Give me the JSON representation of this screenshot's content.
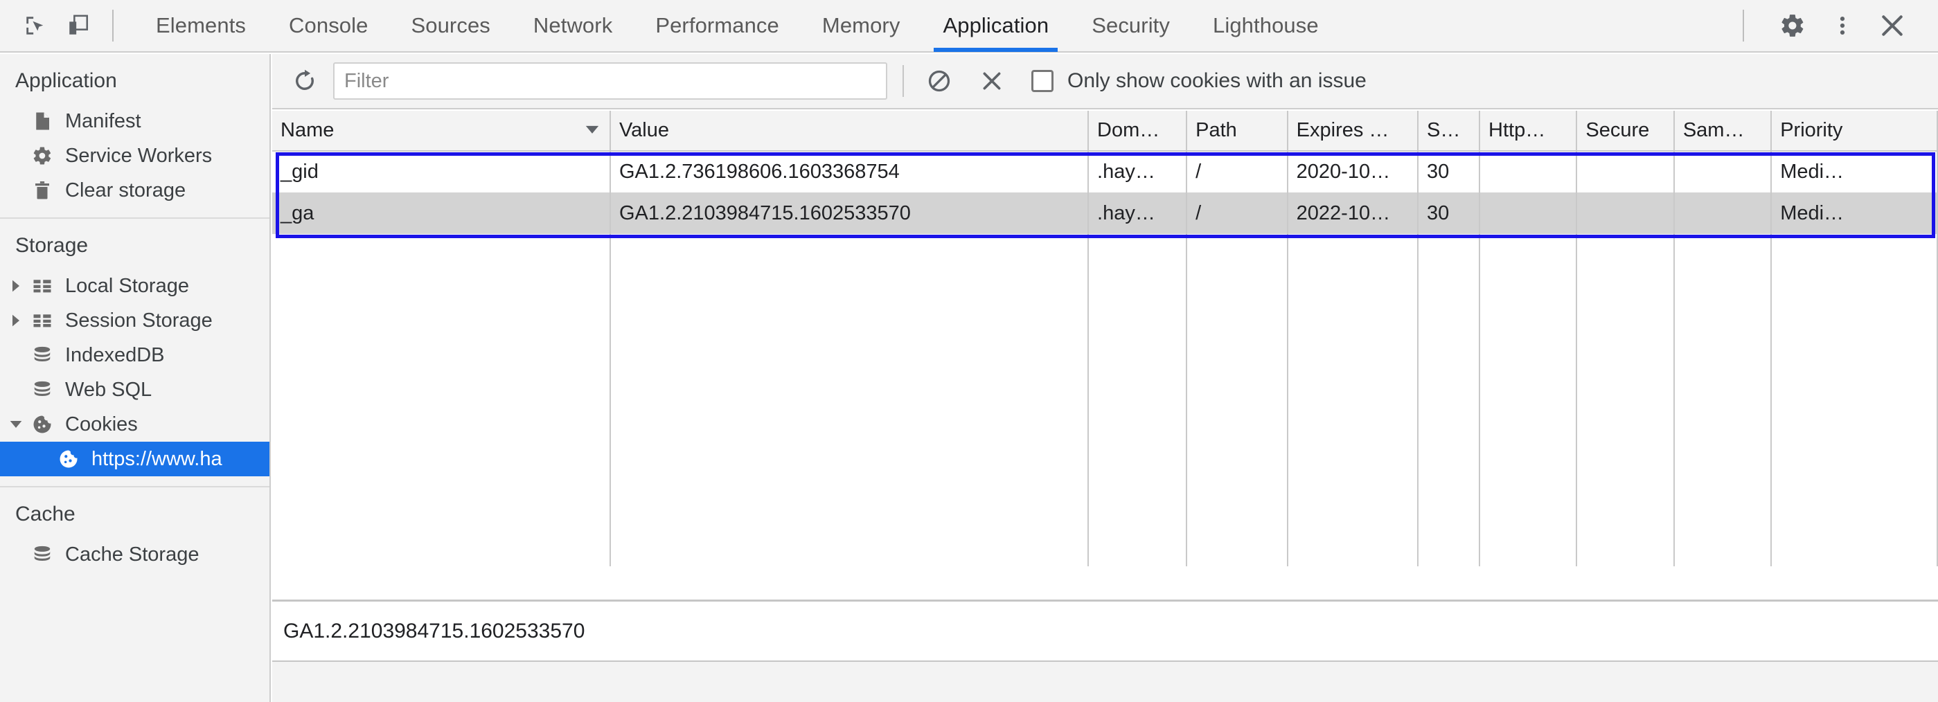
{
  "toolbar": {
    "inspect_icon": "inspect-element-icon",
    "device_icon": "device-toolbar-icon",
    "tabs": [
      {
        "label": "Elements",
        "active": false
      },
      {
        "label": "Console",
        "active": false
      },
      {
        "label": "Sources",
        "active": false
      },
      {
        "label": "Network",
        "active": false
      },
      {
        "label": "Performance",
        "active": false
      },
      {
        "label": "Memory",
        "active": false
      },
      {
        "label": "Application",
        "active": true
      },
      {
        "label": "Security",
        "active": false
      },
      {
        "label": "Lighthouse",
        "active": false
      }
    ],
    "settings_icon": "gear-icon",
    "more_icon": "three-dot-menu-icon",
    "close_icon": "close-icon"
  },
  "sidebar": {
    "sections": [
      {
        "title": "Application",
        "items": [
          {
            "label": "Manifest",
            "icon": "document-icon",
            "arrow": "none",
            "selected": false
          },
          {
            "label": "Service Workers",
            "icon": "gear-icon",
            "arrow": "none",
            "selected": false
          },
          {
            "label": "Clear storage",
            "icon": "trash-icon",
            "arrow": "none",
            "selected": false
          }
        ]
      },
      {
        "title": "Storage",
        "items": [
          {
            "label": "Local Storage",
            "icon": "table-grid-icon",
            "arrow": "collapsed",
            "selected": false
          },
          {
            "label": "Session Storage",
            "icon": "table-grid-icon",
            "arrow": "collapsed",
            "selected": false
          },
          {
            "label": "IndexedDB",
            "icon": "database-icon",
            "arrow": "none",
            "selected": false
          },
          {
            "label": "Web SQL",
            "icon": "database-icon",
            "arrow": "none",
            "selected": false
          },
          {
            "label": "Cookies",
            "icon": "cookie-icon",
            "arrow": "expanded",
            "selected": false
          },
          {
            "label": "https://www.ha",
            "icon": "cookie-icon",
            "arrow": "none",
            "selected": true,
            "indent": true
          }
        ]
      },
      {
        "title": "Cache",
        "items": [
          {
            "label": "Cache Storage",
            "icon": "database-icon",
            "arrow": "none",
            "selected": false
          }
        ]
      }
    ]
  },
  "cookie_toolbar": {
    "refresh_icon": "refresh-icon",
    "filter_value": "",
    "filter_placeholder": "Filter",
    "clear_all_icon": "block-clear-all-icon",
    "delete_icon": "delete-x-icon",
    "issue_checkbox_label": "Only show cookies with an issue",
    "issue_checkbox_checked": false
  },
  "table": {
    "columns": [
      {
        "key": "name",
        "label": "Name",
        "sorted": "desc"
      },
      {
        "key": "value",
        "label": "Value",
        "sorted": "none"
      },
      {
        "key": "domain",
        "label": "Dom…",
        "sorted": "none"
      },
      {
        "key": "path",
        "label": "Path",
        "sorted": "none"
      },
      {
        "key": "expires",
        "label": "Expires …",
        "sorted": "none"
      },
      {
        "key": "size",
        "label": "S…",
        "sorted": "none"
      },
      {
        "key": "httponly",
        "label": "Http…",
        "sorted": "none"
      },
      {
        "key": "secure",
        "label": "Secure",
        "sorted": "none"
      },
      {
        "key": "samesite",
        "label": "Sam…",
        "sorted": "none"
      },
      {
        "key": "priority",
        "label": "Priority",
        "sorted": "none"
      }
    ],
    "rows": [
      {
        "selected": false,
        "name": "_gid",
        "value": "GA1.2.736198606.1603368754",
        "domain": ".hay…",
        "path": "/",
        "expires": "2020-10…",
        "size": "30",
        "httponly": "",
        "secure": "",
        "samesite": "",
        "priority": "Medi…"
      },
      {
        "selected": true,
        "name": "_ga",
        "value": "GA1.2.2103984715.1602533570",
        "domain": ".hay…",
        "path": "/",
        "expires": "2022-10…",
        "size": "30",
        "httponly": "",
        "secure": "",
        "samesite": "",
        "priority": "Medi…"
      }
    ]
  },
  "detail_panel": {
    "value": "GA1.2.2103984715.1602533570"
  },
  "colors": {
    "accent_blue": "#1a73e8",
    "annotation_blue": "#1a12e8",
    "toolbar_bg": "#f3f3f3",
    "selected_row": "#d3d3d3",
    "text": "#202124"
  }
}
